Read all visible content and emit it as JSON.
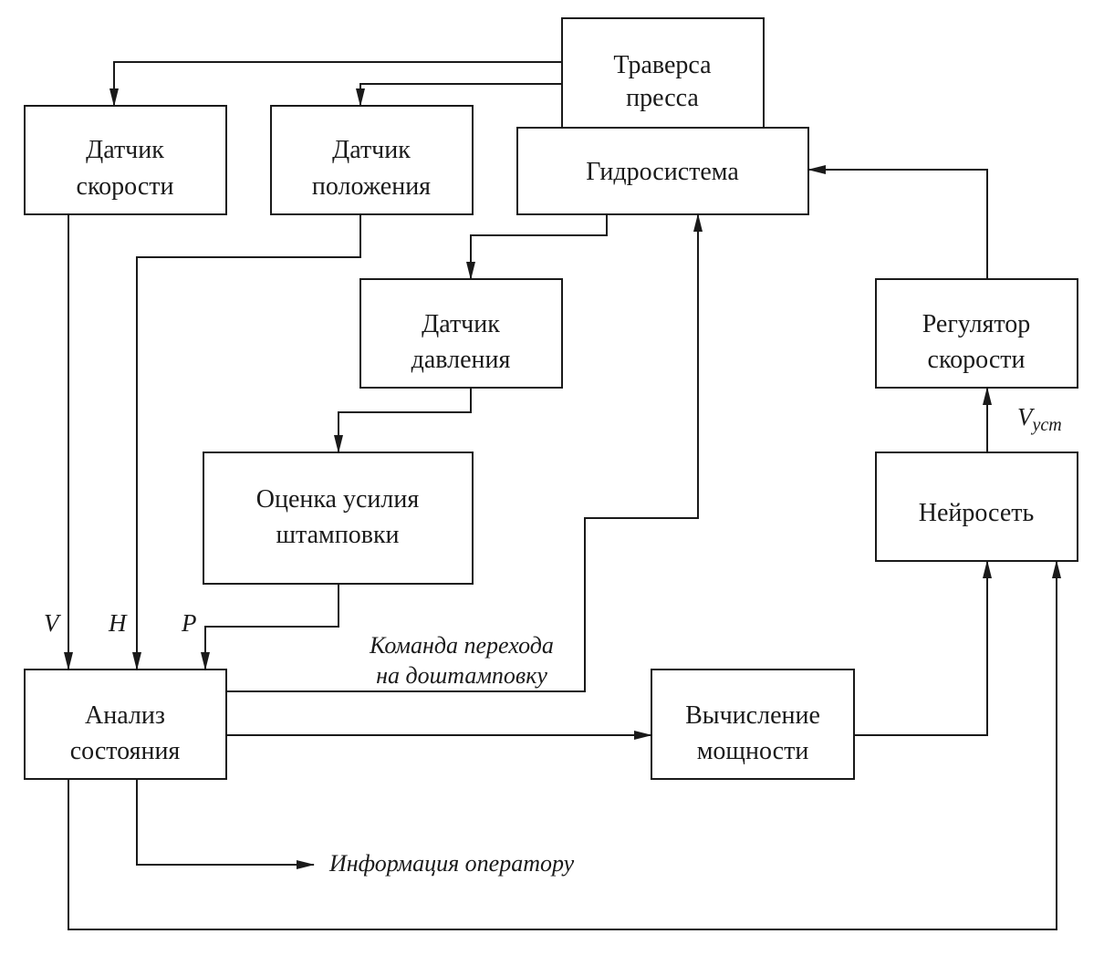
{
  "blocks": {
    "traversa": {
      "line1": "Траверса",
      "line2": "пресса"
    },
    "hydro": {
      "line1": "Гидросистема"
    },
    "speed_sensor": {
      "line1": "Датчик",
      "line2": "скорости"
    },
    "position_sensor": {
      "line1": "Датчик",
      "line2": "положения"
    },
    "pressure_sensor": {
      "line1": "Датчик",
      "line2": "давления"
    },
    "force_estimate": {
      "line1": "Оценка усилия",
      "line2": "штамповки"
    },
    "state_analysis": {
      "line1": "Анализ",
      "line2": "состояния"
    },
    "power_calc": {
      "line1": "Вычисление",
      "line2": "мощности"
    },
    "neural_net": {
      "line1": "Нейросеть"
    },
    "speed_regulator": {
      "line1": "Регулятор",
      "line2": "скорости"
    }
  },
  "signals": {
    "v": "V",
    "h": "H",
    "p": "P",
    "v_set_main": "V",
    "v_set_sub": "уст"
  },
  "annotations": {
    "command_line1": "Команда перехода",
    "command_line2": "на доштамповку",
    "operator_info": "Информация оператору"
  }
}
